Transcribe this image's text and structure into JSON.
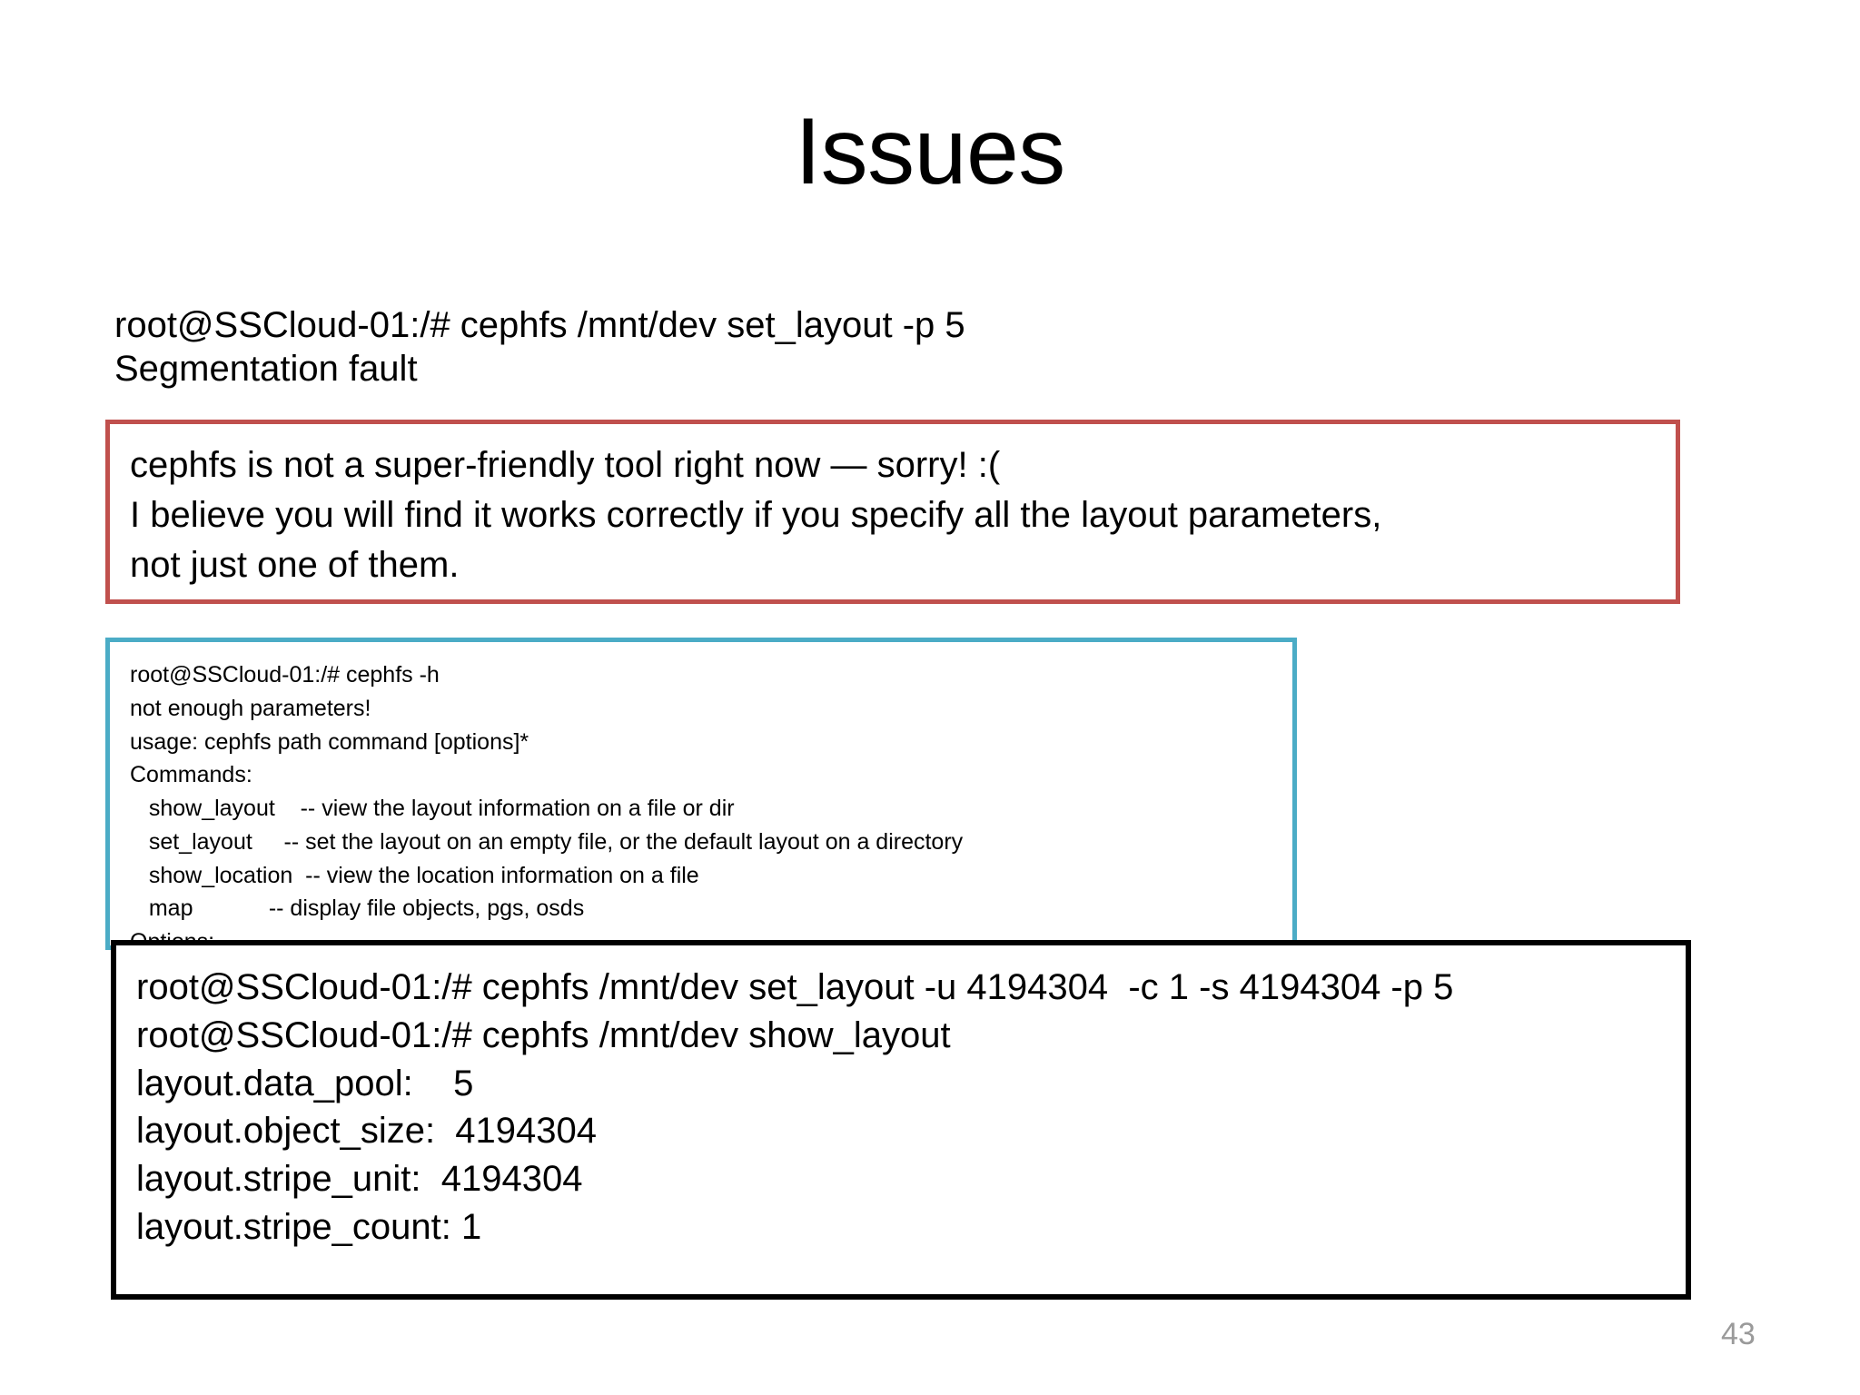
{
  "slide": {
    "title": "Issues",
    "page_number": "43",
    "background_color": "#ffffff",
    "page_number_color": "#9a9a9a"
  },
  "preamble": {
    "lines": [
      "root@SSCloud-01:/# cephfs /mnt/dev set_layout -p 5",
      "Segmentation fault"
    ]
  },
  "red_callout": {
    "border_color": "#C0504D",
    "lines": [
      "cephfs is not a super-friendly tool right now — sorry! :(",
      "I believe you will find it works correctly if you specify all the layout parameters,",
      "not just one of them."
    ]
  },
  "blue_help_box": {
    "border_color": "#4BACC6",
    "lines": [
      "root@SSCloud-01:/# cephfs -h",
      "not enough parameters!",
      "usage: cephfs path command [options]*",
      "Commands:",
      "   show_layout    -- view the layout information on a file or dir",
      "   set_layout     -- set the layout on an empty file, or the default layout on a directory",
      "   show_location  -- view the location information on a file",
      "   map            -- display file objects, pgs, osds",
      "Options:"
    ]
  },
  "black_output_box": {
    "border_color": "#000000",
    "lines": [
      "root@SSCloud-01:/# cephfs /mnt/dev set_layout -u 4194304  -c 1 -s 4194304 -p 5",
      "root@SSCloud-01:/# cephfs /mnt/dev show_layout",
      "layout.data_pool:    5",
      "layout.object_size:  4194304",
      "layout.stripe_unit:  4194304",
      "layout.stripe_count: 1"
    ]
  }
}
